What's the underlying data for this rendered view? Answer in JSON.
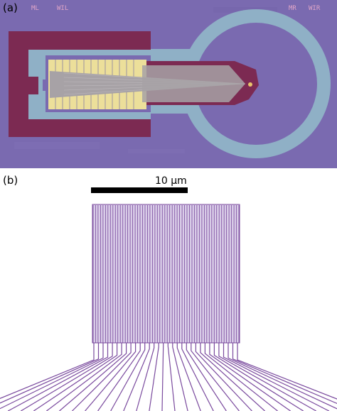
{
  "figure": {
    "panel_a_label": "(a)",
    "panel_b_label": "(b)"
  },
  "panel_a": {
    "chip_labels": [
      "ML",
      "WIL",
      "MR",
      "WIR"
    ],
    "colors": {
      "substrate": "#7a6ab0",
      "electrode": "#7c2a52",
      "ring": "#8fb0c6",
      "pads": "#ecdf9a",
      "wires": "#a7a2a6"
    }
  },
  "panel_b": {
    "scale_bar_label": "10 µm",
    "colors": {
      "lines": "#7a4a9e",
      "array_fill": "#d8cbe7"
    }
  }
}
